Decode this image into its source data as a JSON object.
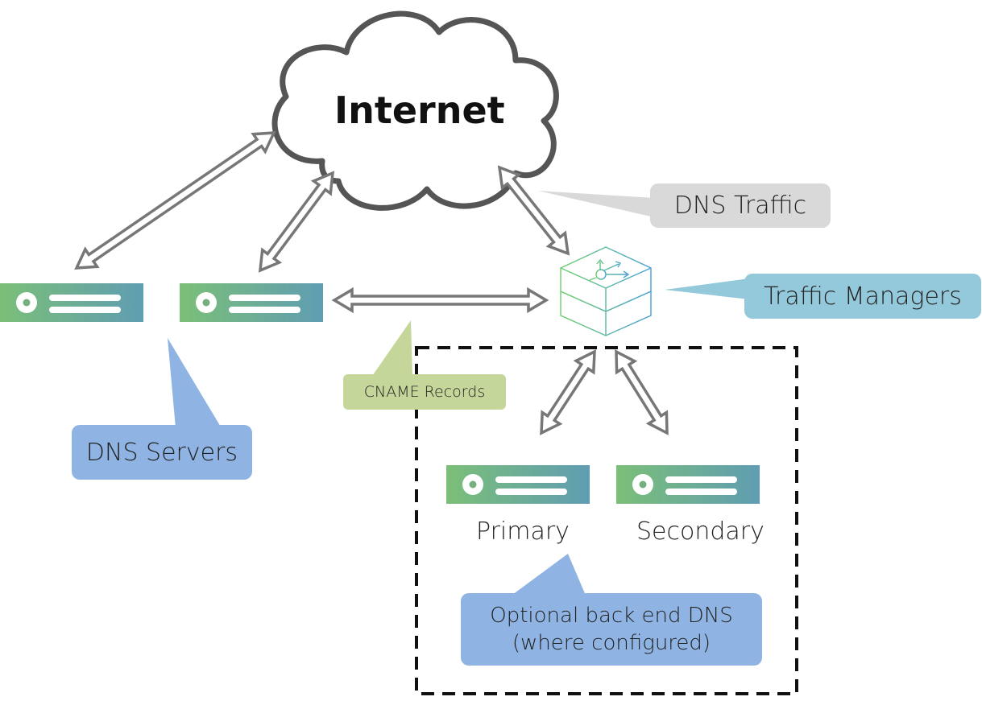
{
  "cloud": {
    "label": "Internet"
  },
  "callouts": {
    "dns_traffic": {
      "text": "DNS Traffic",
      "color": "#d9d9d9"
    },
    "traffic_managers": {
      "text": "Traffic Managers",
      "color": "#93c9da"
    },
    "cname_records": {
      "text": "CNAME Records",
      "color": "#c5d69b"
    },
    "dns_servers": {
      "text": "DNS Servers",
      "color": "#8fb4e3"
    },
    "optional_backend": {
      "line1": "Optional back end DNS",
      "line2": "(where configured)",
      "color": "#8fb4e3"
    }
  },
  "backend": {
    "primary_label": "Primary",
    "secondary_label": "Secondary"
  },
  "icons": {
    "server": "server-icon",
    "traffic_manager": "traffic-manager-icon"
  },
  "colors": {
    "server_gradient_start": "#7bbf78",
    "server_gradient_end": "#5f9db2",
    "arrow": "#777777",
    "cloud_outline": "#555555"
  }
}
